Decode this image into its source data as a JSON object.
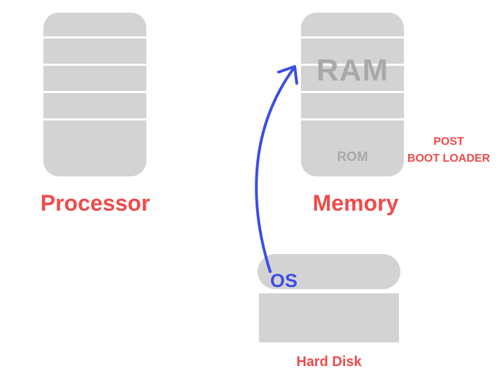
{
  "processor": {
    "caption": "Processor"
  },
  "memory": {
    "caption": "Memory",
    "ram_label": "RAM",
    "rom_label": "ROM",
    "post_lines": [
      "POST",
      "BOOT LOADER"
    ]
  },
  "hard_disk": {
    "os_label": "OS",
    "caption": "Hard Disk"
  },
  "colors": {
    "block": "#d3d3d3",
    "caption_red": "#f04a4a",
    "arrow_blue": "#3b4de8",
    "inner_label_gray": "#a9a9a9"
  },
  "icons": {
    "arrow": "curved-arrow-icon"
  }
}
